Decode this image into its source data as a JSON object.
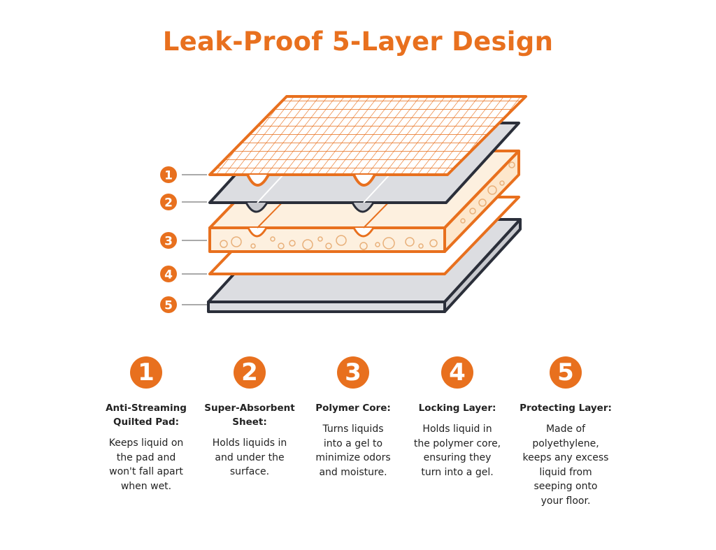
{
  "title": "Leak-Proof 5-Layer Design",
  "colors": {
    "accent": "#e8701e",
    "outline": "#2b2f3a",
    "grey_fill": "#dcdde1",
    "core_fill": "#fdf0df",
    "white": "#ffffff"
  },
  "labels": [
    "1",
    "2",
    "3",
    "4",
    "5"
  ],
  "layers": [
    {
      "number": "1",
      "heading": "Anti-Streaming\nQuilted Pad:",
      "description": "Keeps liquid on\nthe pad and\nwon't fall apart\nwhen wet."
    },
    {
      "number": "2",
      "heading": "Super-Absorbent\nSheet:",
      "description": "Holds liquids in\nand under the\nsurface."
    },
    {
      "number": "3",
      "heading": "Polymer Core:",
      "description": "Turns liquids\ninto a gel to\nminimize odors\nand moisture."
    },
    {
      "number": "4",
      "heading": "Locking Layer:",
      "description": "Holds liquid in\nthe polymer core,\nensuring they\nturn into a gel."
    },
    {
      "number": "5",
      "heading": "Protecting Layer:",
      "description": "Made of\npolyethylene,\nkeeps any excess\nliquid from\nseeping onto\nyour floor."
    }
  ]
}
